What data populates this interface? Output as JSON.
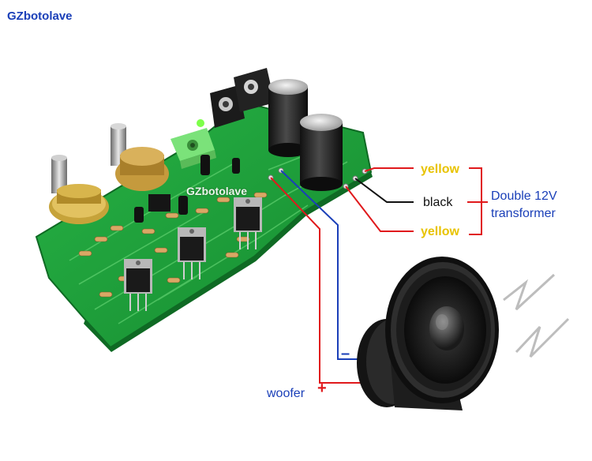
{
  "brand": {
    "watermark": "GZbotolave",
    "board_watermark": "GZbotolave"
  },
  "wires": {
    "yellow_top": "yellow",
    "black": "black",
    "yellow_bottom": "yellow"
  },
  "transformer": {
    "line1": "Double 12V",
    "line2": "transformer"
  },
  "speaker": {
    "label": "woofer",
    "plus_sign": "+",
    "minus_sign": "–"
  },
  "colors": {
    "brand_text": "#1a3fb8",
    "label_blue": "#1a3fb8",
    "wire_red": "#e0191c",
    "wire_blue": "#1a3fb8",
    "wire_black": "#111111",
    "label_yellow": "#e8c300",
    "pcb_green": "#1fa23a",
    "pcb_dark": "#167a2b"
  }
}
